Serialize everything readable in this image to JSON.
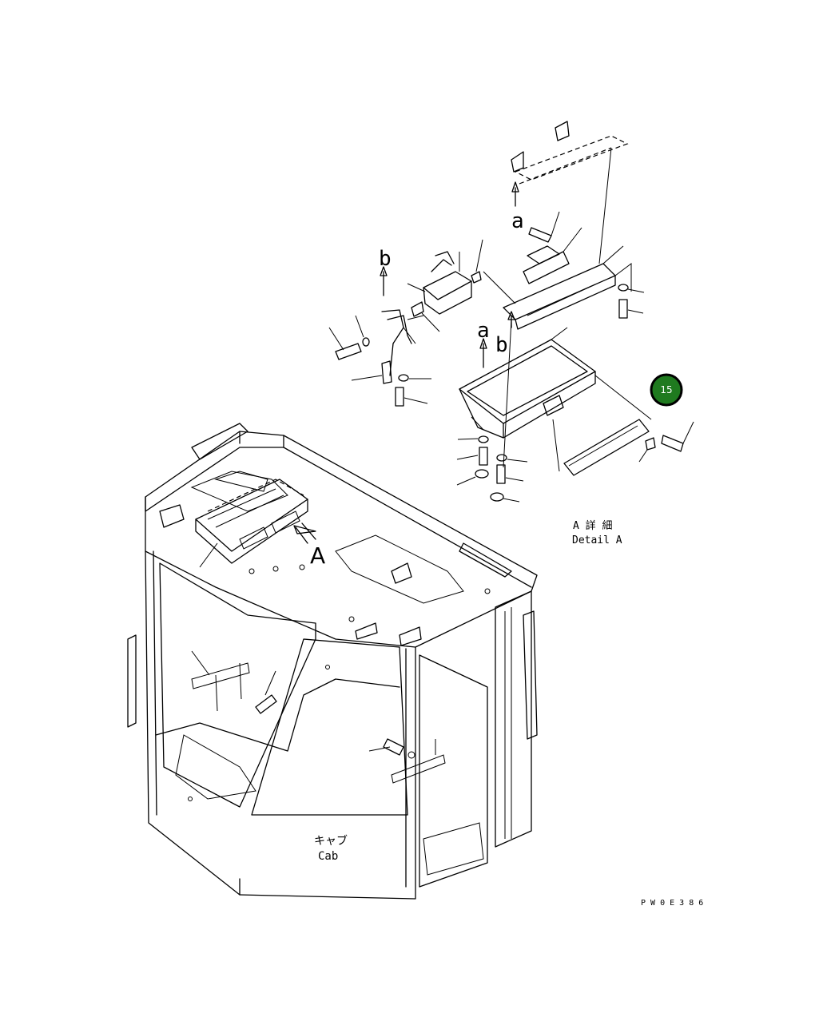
{
  "diagram": {
    "labels": {
      "cab_jp": "キャブ",
      "cab_en": "Cab",
      "detail_jp": "A 詳 細",
      "detail_en": "Detail A",
      "view_letter": "A",
      "ref_a_top": "a",
      "ref_b_left": "b",
      "ref_a_mid": "a",
      "ref_b_mid": "b",
      "drawing_code": "P W 0 E 3 8 6"
    },
    "callout": {
      "number": "15",
      "fill_color": "#1f7a1f",
      "ring_color": "#000000"
    }
  }
}
